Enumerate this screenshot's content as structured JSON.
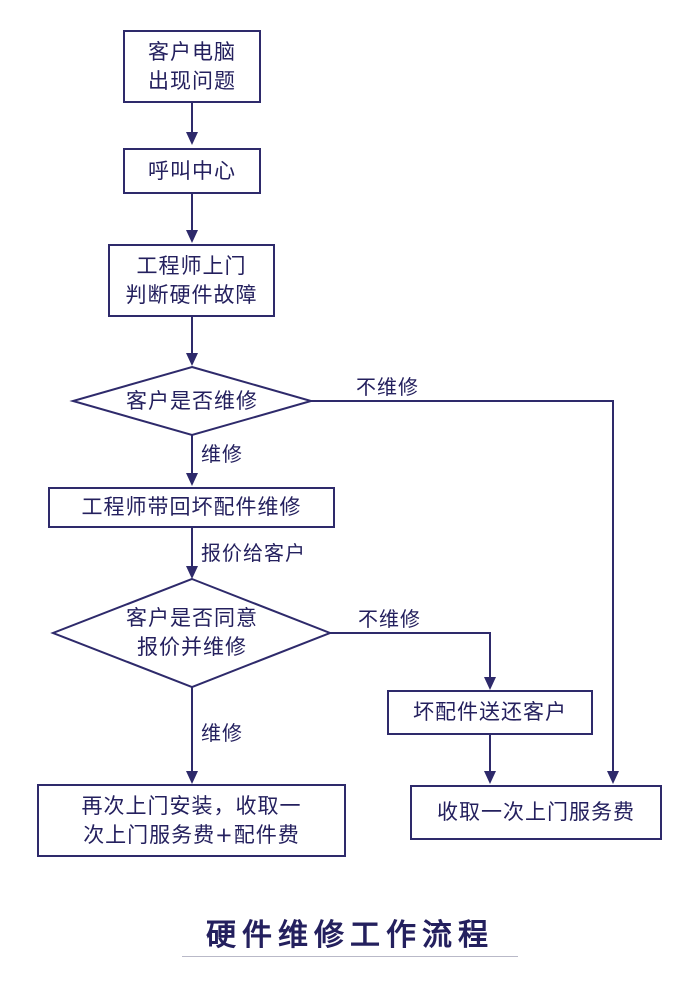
{
  "colors": {
    "stroke": "#2e2a6b",
    "text": "#24205e",
    "rule": "#b9b9c8"
  },
  "nodes": {
    "start": {
      "line1": "客户电脑",
      "line2": "出现问题"
    },
    "call_center": {
      "label": "呼叫中心"
    },
    "engineer_visit": {
      "line1": "工程师上门",
      "line2": "判断硬件故障"
    },
    "decision_repair": {
      "label": "客户是否维修"
    },
    "take_back": {
      "label": "工程师带回坏配件维修"
    },
    "decision_agree": {
      "line1": "客户是否同意",
      "line2": "报价并维修"
    },
    "return_part": {
      "label": "坏配件送还客户"
    },
    "install_charge": {
      "line1": "再次上门安装，收取一",
      "line2": "次上门服务费+配件费"
    },
    "charge_visit": {
      "label": "收取一次上门服务费"
    }
  },
  "edges": {
    "no_repair_1": "不维修",
    "repair_1": "维修",
    "quote": "报价给客户",
    "no_repair_2": "不维修",
    "repair_2": "维修"
  },
  "title": "硬件维修工作流程"
}
